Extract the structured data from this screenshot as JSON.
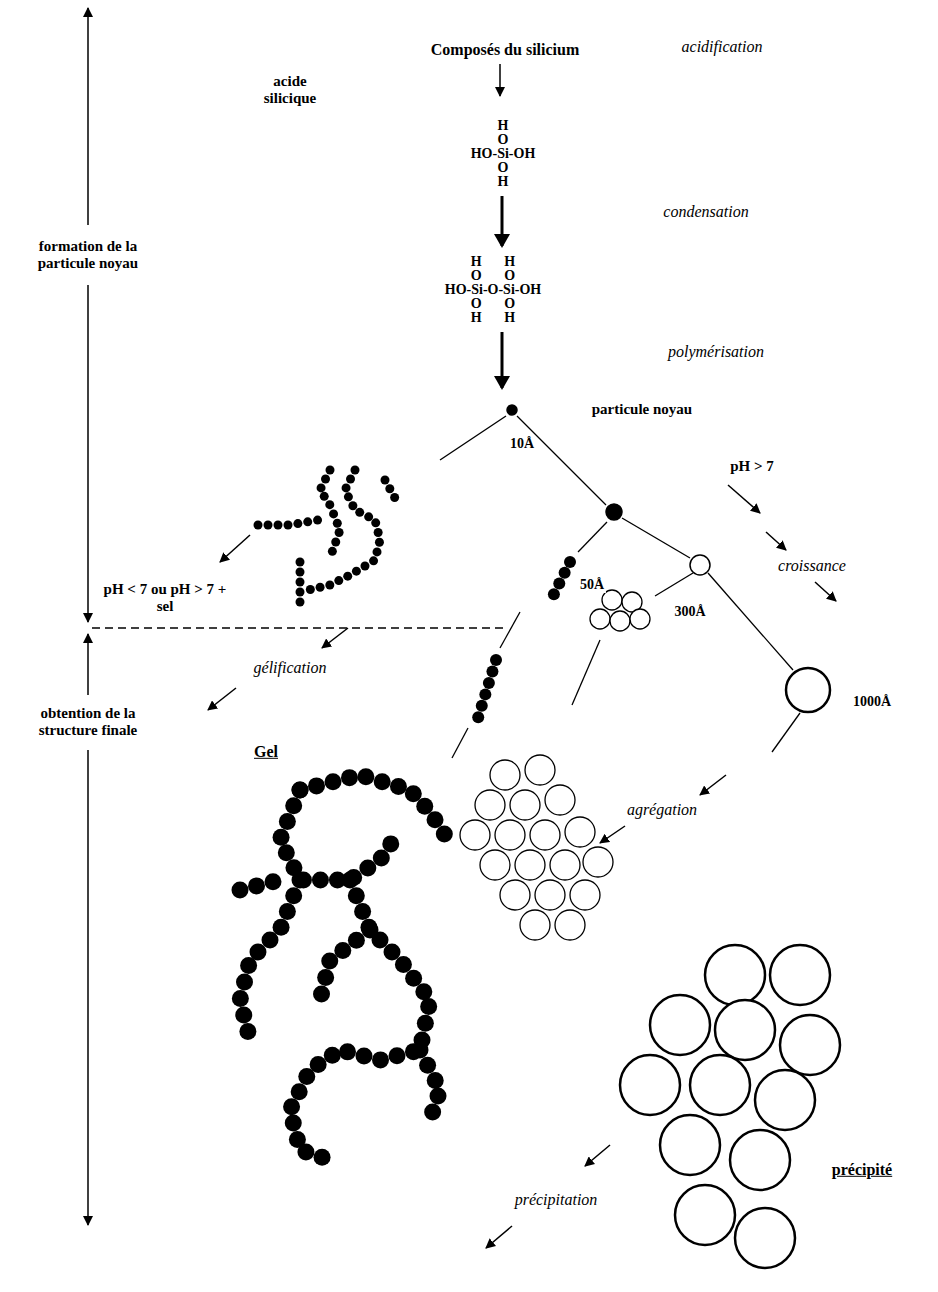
{
  "diagram": {
    "labels": [
      "Composés du silicium",
      "acidification",
      "acide silicique",
      "H",
      "O",
      "HO-Si-OH",
      "O",
      "H",
      "condensation",
      "H",
      "H",
      "O",
      "O",
      "HO-Si-O-Si-OH",
      "O",
      "O",
      "H",
      "H",
      "polymérisation",
      "formation de la particule noyau",
      "particule noyau",
      "10Å",
      "pH < 7 ou pH > 7 + sel",
      "pH > 7",
      "50Å",
      "obtention de la structure finale",
      "gélification",
      "croissance",
      "300Å",
      "agrégation",
      "1000Å",
      "Gel",
      "précipitation",
      "précipité"
    ]
  }
}
